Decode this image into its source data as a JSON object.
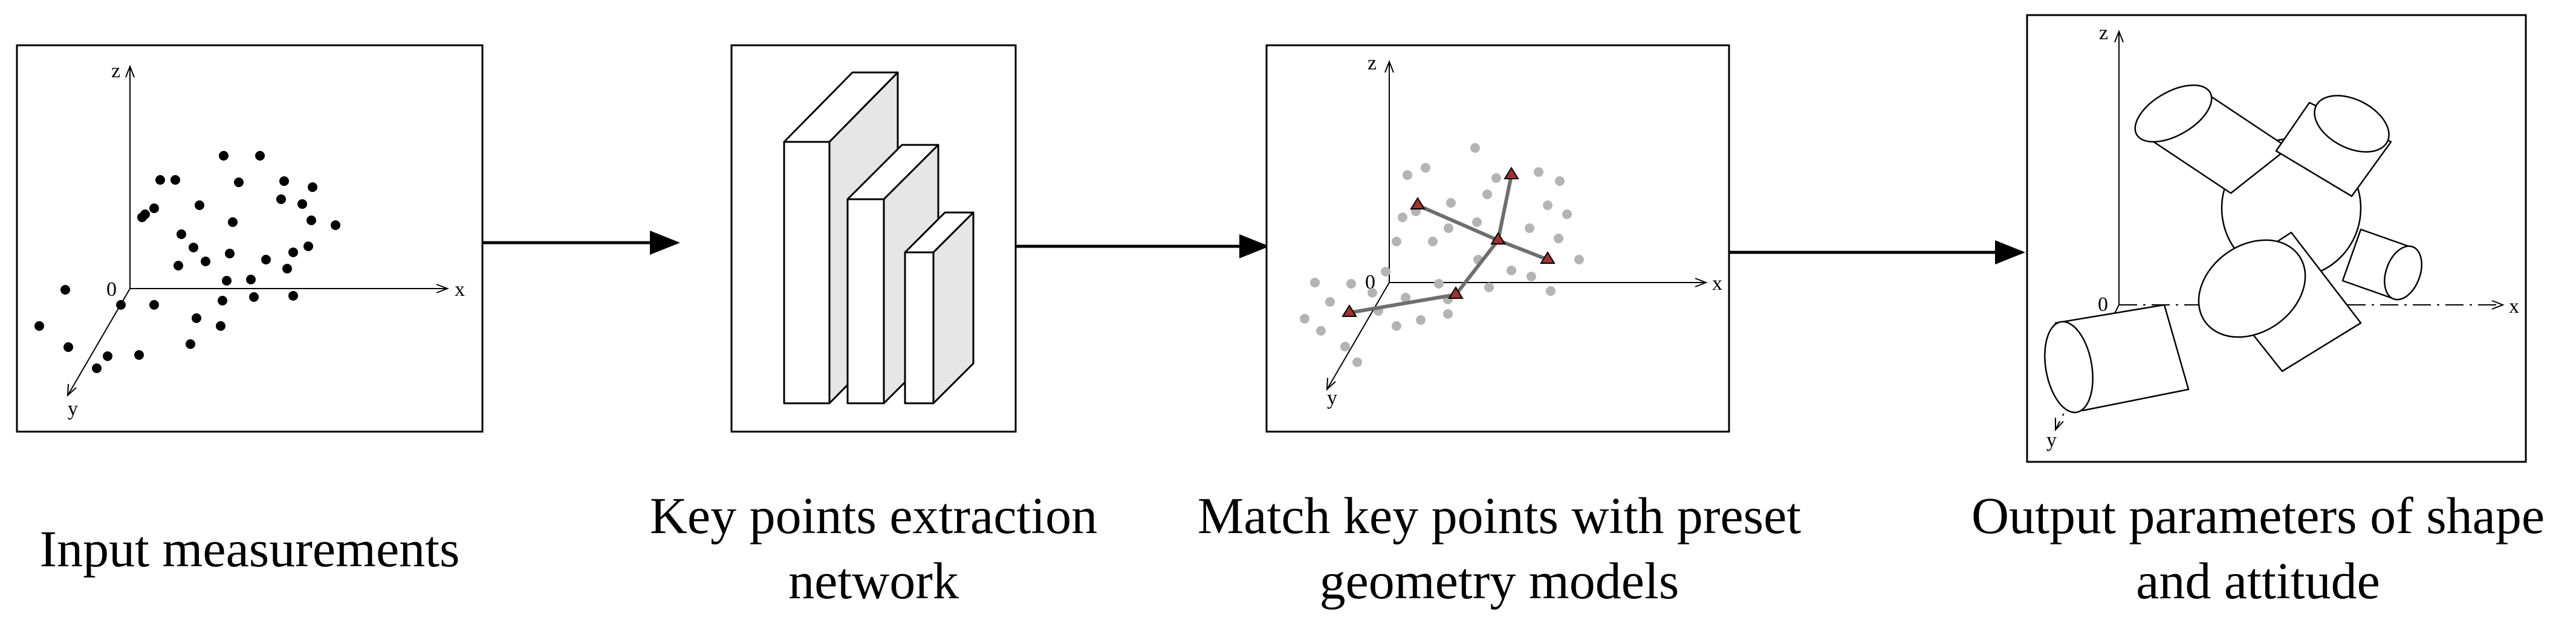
{
  "stages": [
    {
      "caption": [
        "Input measurements"
      ],
      "axes": {
        "z": "z",
        "x": "x",
        "y": "y",
        "origin": "0"
      }
    },
    {
      "caption": [
        "Key points extraction",
        "network"
      ]
    },
    {
      "caption": [
        "Match key points with preset",
        "geometry models"
      ],
      "axes": {
        "z": "z",
        "x": "x",
        "y": "y",
        "origin": "0"
      }
    },
    {
      "caption": [
        "Output parameters of shape",
        "and attitude"
      ],
      "axes": {
        "z": "z",
        "x": "x",
        "y": "y",
        "origin": "0"
      }
    }
  ],
  "colors": {
    "stroke": "#000000",
    "layer_fill": "#e6e6e6",
    "faded_point": "#b4b4b4",
    "keypoint_marker": "#a0322d",
    "skeleton": "#6e6e6e"
  }
}
